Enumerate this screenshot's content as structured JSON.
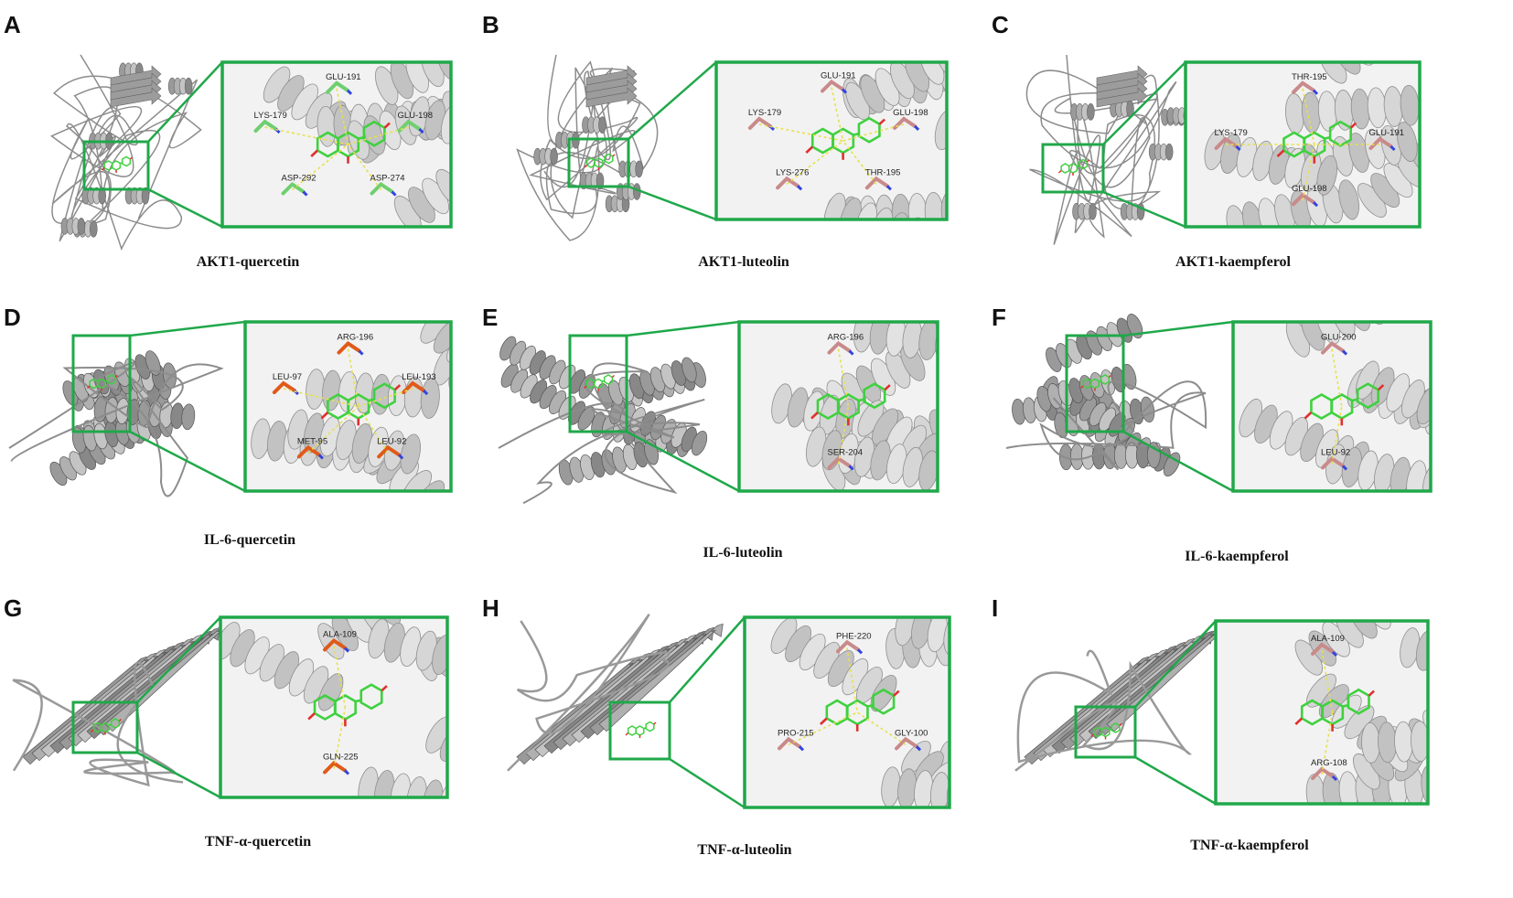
{
  "colors": {
    "frame": "#20a84a",
    "ligand": "#3fd13f",
    "oxygen": "#e03030",
    "nitrogen": "#3344dd",
    "protein": "#a8a8a8",
    "hbond": "#e8e04a"
  },
  "panels": [
    {
      "letter": "A",
      "caption": "AKT1-quercetin",
      "fold": "akt",
      "residues": [
        "GLU-191",
        "GLU-198",
        "ASP-274",
        "ASP-292",
        "LYS-179"
      ],
      "residue_color": "#6fcf6f"
    },
    {
      "letter": "B",
      "caption": "AKT1-luteolin",
      "fold": "akt",
      "residues": [
        "GLU-191",
        "GLU-198",
        "THR-195",
        "LYS-276",
        "LYS-179"
      ],
      "residue_color": "#c98a8a"
    },
    {
      "letter": "C",
      "caption": "AKT1-kaempferol",
      "fold": "akt",
      "residues": [
        "THR-195",
        "GLU-191",
        "GLU-198",
        "LYS-179"
      ],
      "residue_color": "#c98a8a"
    },
    {
      "letter": "D",
      "caption": "IL-6-quercetin",
      "fold": "il6",
      "residues": [
        "ARG-196",
        "LEU-193",
        "LEU-92",
        "MET-95",
        "LEU-97"
      ],
      "residue_color": "#e05a1a"
    },
    {
      "letter": "E",
      "caption": "IL-6-luteolin",
      "fold": "il6",
      "residues": [
        "ARG-196",
        "SER-204"
      ],
      "residue_color": "#c98a8a"
    },
    {
      "letter": "F",
      "caption": "IL-6-kaempferol",
      "fold": "il6",
      "residues": [
        "GLU-200",
        "LEU-92"
      ],
      "residue_color": "#c98a8a"
    },
    {
      "letter": "G",
      "caption": "TNF-α-quercetin",
      "fold": "tnf",
      "residues": [
        "ALA-109",
        "GLN-225"
      ],
      "residue_color": "#e05a1a"
    },
    {
      "letter": "H",
      "caption": "TNF-α-luteolin",
      "fold": "tnf",
      "residues": [
        "PHE-220",
        "GLY-100",
        "PRO-215"
      ],
      "residue_color": "#c98a8a"
    },
    {
      "letter": "I",
      "caption": "TNF-α-kaempferol",
      "fold": "tnf",
      "residues": [
        "ALA-109",
        "ARG-108"
      ],
      "residue_color": "#c98a8a"
    }
  ]
}
